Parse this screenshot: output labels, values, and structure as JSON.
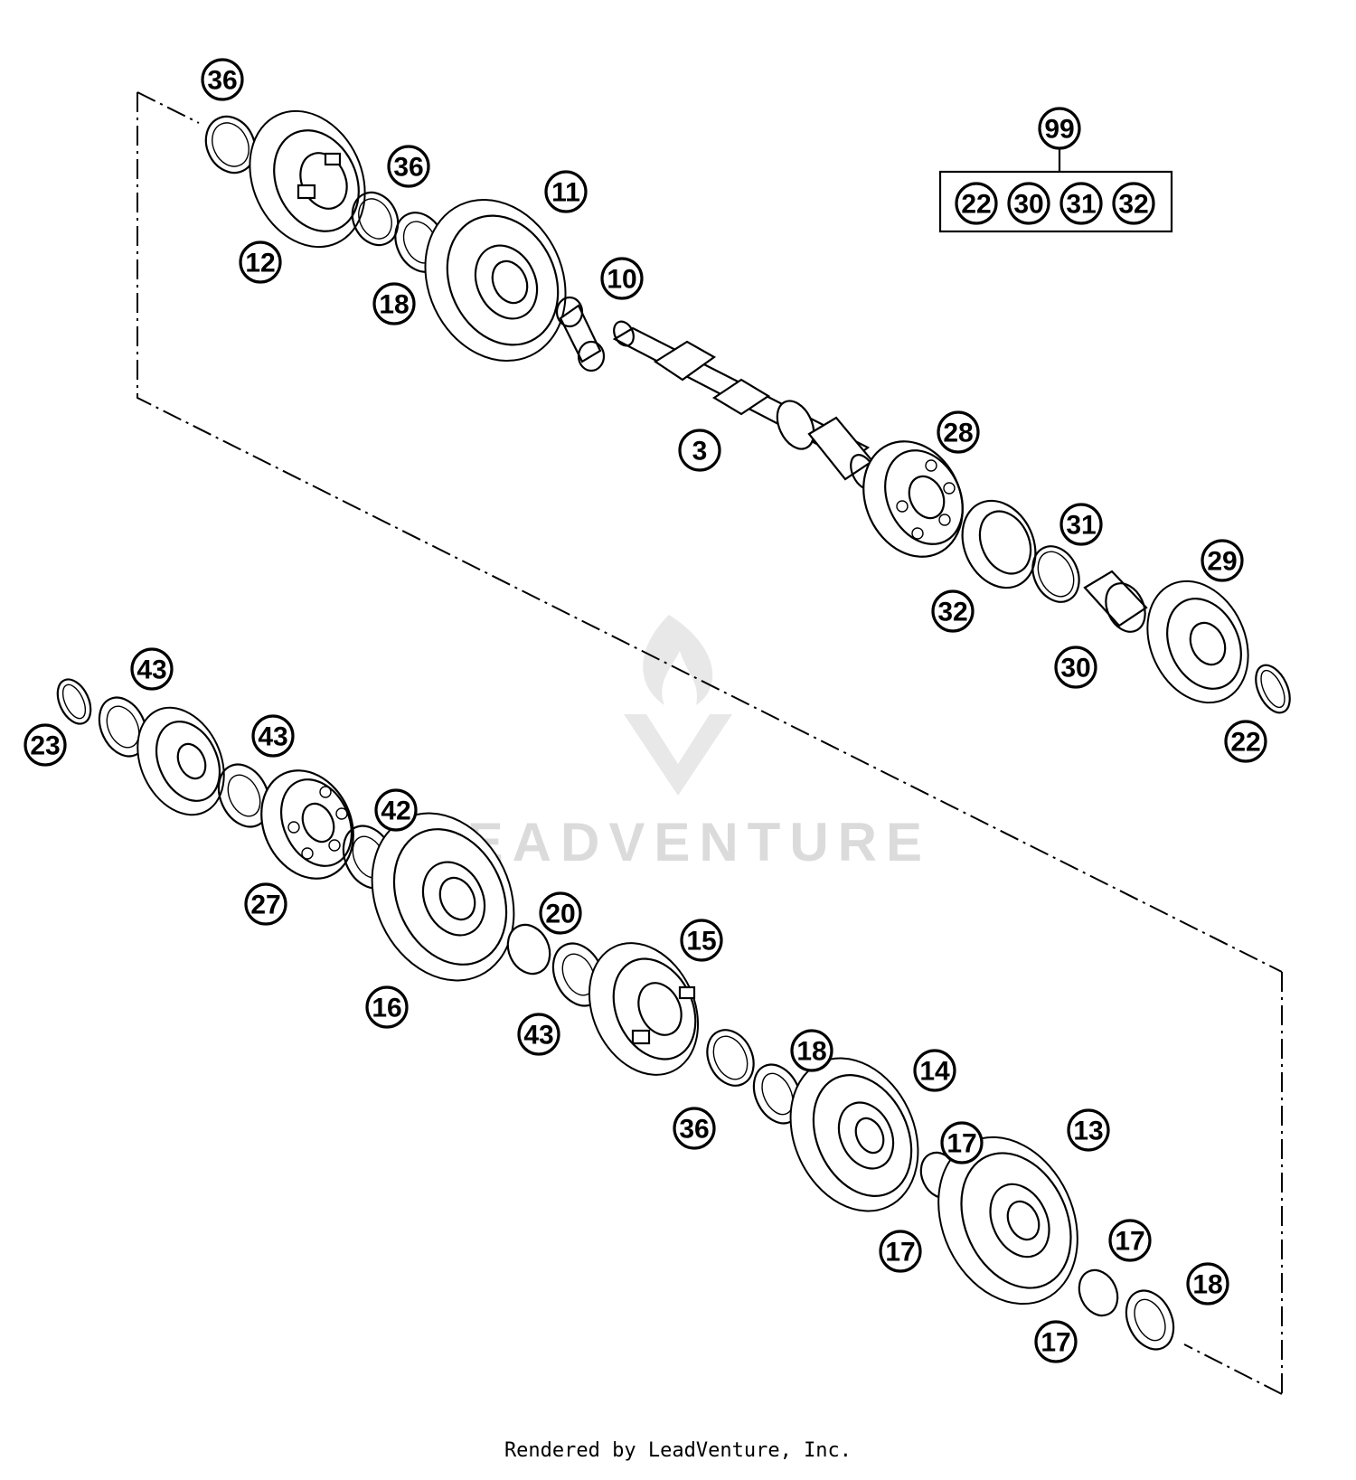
{
  "diagram": {
    "callouts": [
      {
        "name": "callout-36-top",
        "label": "36"
      },
      {
        "name": "callout-12",
        "label": "12"
      },
      {
        "name": "callout-36-upper",
        "label": "36"
      },
      {
        "name": "callout-18-upper",
        "label": "18"
      },
      {
        "name": "callout-11",
        "label": "11"
      },
      {
        "name": "callout-10",
        "label": "10"
      },
      {
        "name": "callout-3",
        "label": "3"
      },
      {
        "name": "callout-28",
        "label": "28"
      },
      {
        "name": "callout-31",
        "label": "31"
      },
      {
        "name": "callout-32",
        "label": "32"
      },
      {
        "name": "callout-29",
        "label": "29"
      },
      {
        "name": "callout-30",
        "label": "30"
      },
      {
        "name": "callout-22",
        "label": "22"
      },
      {
        "name": "callout-43-a",
        "label": "43"
      },
      {
        "name": "callout-23",
        "label": "23"
      },
      {
        "name": "callout-43-b",
        "label": "43"
      },
      {
        "name": "callout-42",
        "label": "42"
      },
      {
        "name": "callout-27",
        "label": "27"
      },
      {
        "name": "callout-20",
        "label": "20"
      },
      {
        "name": "callout-16",
        "label": "16"
      },
      {
        "name": "callout-15",
        "label": "15"
      },
      {
        "name": "callout-43-c",
        "label": "43"
      },
      {
        "name": "callout-18-mid",
        "label": "18"
      },
      {
        "name": "callout-36-lower",
        "label": "36"
      },
      {
        "name": "callout-14",
        "label": "14"
      },
      {
        "name": "callout-17-a",
        "label": "17"
      },
      {
        "name": "callout-13",
        "label": "13"
      },
      {
        "name": "callout-17-b",
        "label": "17"
      },
      {
        "name": "callout-17-c",
        "label": "17"
      },
      {
        "name": "callout-18-lower",
        "label": "18"
      },
      {
        "name": "callout-17-d",
        "label": "17"
      }
    ],
    "kit": {
      "label": "99",
      "items": [
        "22",
        "30",
        "31",
        "32"
      ]
    }
  },
  "watermark": "LEADVENTURE",
  "footer": {
    "credit": "Rendered by LeadVenture, Inc."
  }
}
